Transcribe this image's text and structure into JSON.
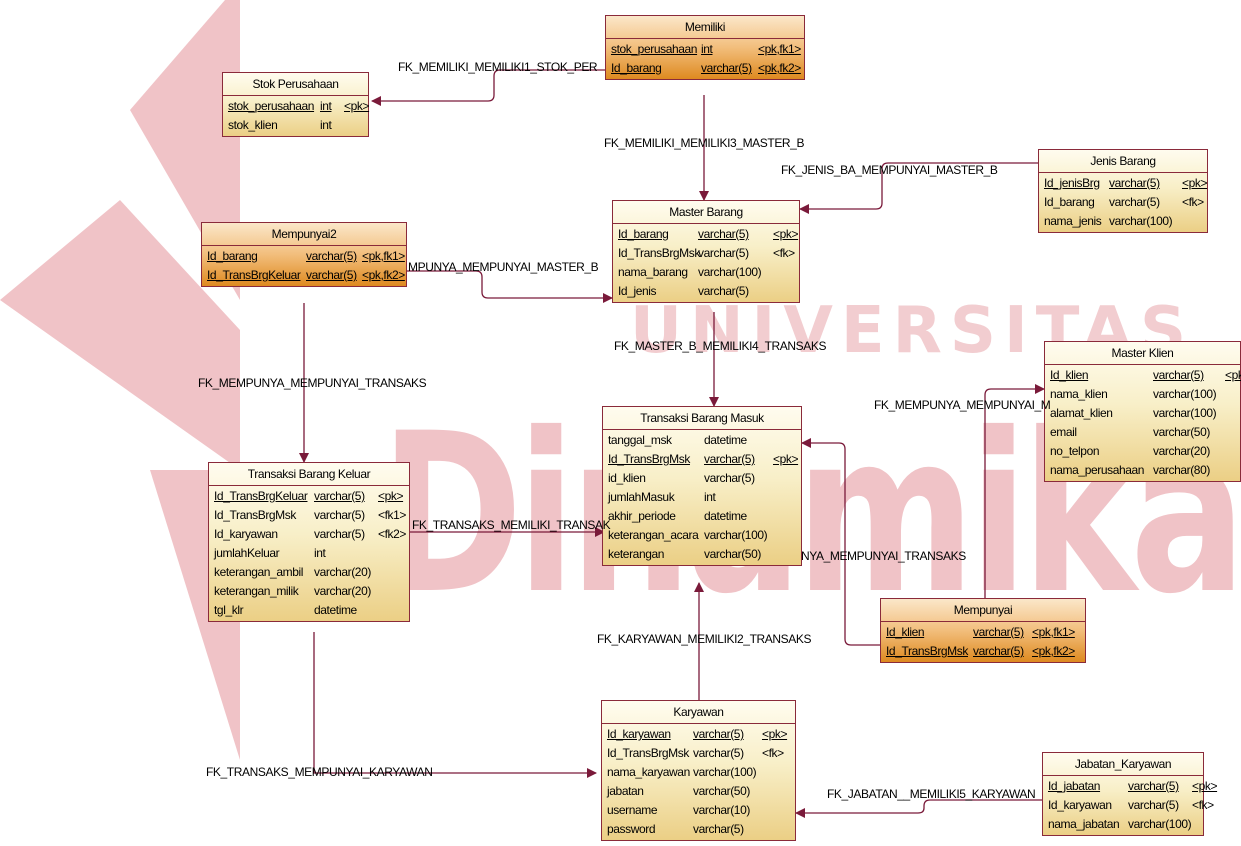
{
  "watermark": {
    "top": "UNIVERSITAS",
    "main": "Dinamika",
    "logo": "triangle-logo",
    "color": "#f0c3c7"
  },
  "colors": {
    "line": "#7a1a3a",
    "entity_border": "#8a2a3a"
  },
  "entities": {
    "memiliki": {
      "title": "Memiliki",
      "type": "association",
      "rows": [
        {
          "name": "stok_perusahaan",
          "type": "int",
          "key": "<pk,fk1>",
          "u": [
            1,
            1,
            1
          ]
        },
        {
          "name": "Id_barang",
          "type": "varchar(5)",
          "key": "<pk,fk2>",
          "u": [
            1,
            1,
            1
          ]
        }
      ]
    },
    "stok": {
      "title": "Stok Perusahaan",
      "type": "entity",
      "rows": [
        {
          "name": "stok_perusahaan",
          "type": "int",
          "key": "<pk>",
          "u": [
            1,
            1,
            1
          ]
        },
        {
          "name": "stok_klien",
          "type": "int",
          "key": "",
          "u": [
            0,
            0,
            0
          ]
        }
      ]
    },
    "jenis": {
      "title": "Jenis Barang",
      "type": "entity",
      "rows": [
        {
          "name": "Id_jenisBrg",
          "type": "varchar(5)",
          "key": "<pk>",
          "u": [
            1,
            1,
            1
          ]
        },
        {
          "name": "Id_barang",
          "type": "varchar(5)",
          "key": "<fk>",
          "u": [
            0,
            0,
            0
          ]
        },
        {
          "name": "nama_jenis",
          "type": "varchar(100)",
          "key": "",
          "u": [
            0,
            0,
            0
          ]
        }
      ]
    },
    "master_barang": {
      "title": "Master Barang",
      "type": "entity",
      "rows": [
        {
          "name": "Id_barang",
          "type": "varchar(5)",
          "key": "<pk>",
          "u": [
            1,
            1,
            1
          ]
        },
        {
          "name": "Id_TransBrgMsk",
          "type": "varchar(5)",
          "key": "<fk>",
          "u": [
            0,
            0,
            0
          ]
        },
        {
          "name": "nama_barang",
          "type": "varchar(100)",
          "key": "",
          "u": [
            0,
            0,
            0
          ]
        },
        {
          "name": "Id_jenis",
          "type": "varchar(5)",
          "key": "",
          "u": [
            0,
            0,
            0
          ]
        }
      ]
    },
    "mempunyai2": {
      "title": "Mempunyai2",
      "type": "association",
      "rows": [
        {
          "name": "Id_barang",
          "type": "varchar(5)",
          "key": "<pk,fk1>",
          "u": [
            1,
            1,
            1
          ]
        },
        {
          "name": "Id_TransBrgKeluar",
          "type": "varchar(5)",
          "key": "<pk,fk2>",
          "u": [
            1,
            1,
            1
          ]
        }
      ]
    },
    "master_klien": {
      "title": "Master Klien",
      "type": "entity",
      "rows": [
        {
          "name": "Id_klien",
          "type": "varchar(5)",
          "key": "<pk>",
          "u": [
            1,
            1,
            1
          ]
        },
        {
          "name": "nama_klien",
          "type": "varchar(100)",
          "key": "",
          "u": [
            0,
            0,
            0
          ]
        },
        {
          "name": "alamat_klien",
          "type": "varchar(100)",
          "key": "",
          "u": [
            0,
            0,
            0
          ]
        },
        {
          "name": "email",
          "type": "varchar(50)",
          "key": "",
          "u": [
            0,
            0,
            0
          ]
        },
        {
          "name": "no_telpon",
          "type": "varchar(20)",
          "key": "",
          "u": [
            0,
            0,
            0
          ]
        },
        {
          "name": "nama_perusahaan",
          "type": "varchar(80)",
          "key": "",
          "u": [
            0,
            0,
            0
          ]
        }
      ]
    },
    "tbm": {
      "title": "Transaksi Barang Masuk",
      "type": "entity",
      "rows": [
        {
          "name": "tanggal_msk",
          "type": "datetime",
          "key": "",
          "u": [
            0,
            0,
            0
          ]
        },
        {
          "name": "Id_TransBrgMsk",
          "type": "varchar(5)",
          "key": "<pk>",
          "u": [
            1,
            1,
            1
          ]
        },
        {
          "name": "id_klien",
          "type": "varchar(5)",
          "key": "",
          "u": [
            0,
            0,
            0
          ]
        },
        {
          "name": "jumlahMasuk",
          "type": "int",
          "key": "",
          "u": [
            0,
            0,
            0
          ]
        },
        {
          "name": "akhir_periode",
          "type": "datetime",
          "key": "",
          "u": [
            0,
            0,
            0
          ]
        },
        {
          "name": "keterangan_acara",
          "type": "varchar(100)",
          "key": "",
          "u": [
            0,
            0,
            0
          ]
        },
        {
          "name": "keterangan",
          "type": "varchar(50)",
          "key": "",
          "u": [
            0,
            0,
            0
          ]
        }
      ]
    },
    "tbk": {
      "title": "Transaksi Barang Keluar",
      "type": "entity",
      "rows": [
        {
          "name": "Id_TransBrgKeluar",
          "type": "varchar(5)",
          "key": "<pk>",
          "u": [
            1,
            1,
            1
          ]
        },
        {
          "name": "Id_TransBrgMsk",
          "type": "varchar(5)",
          "key": "<fk1>",
          "u": [
            0,
            0,
            0
          ]
        },
        {
          "name": "Id_karyawan",
          "type": "varchar(5)",
          "key": "<fk2>",
          "u": [
            0,
            0,
            0
          ]
        },
        {
          "name": "jumlahKeluar",
          "type": "int",
          "key": "",
          "u": [
            0,
            0,
            0
          ]
        },
        {
          "name": "keterangan_ambil",
          "type": "varchar(20)",
          "key": "",
          "u": [
            0,
            0,
            0
          ]
        },
        {
          "name": "keterangan_milik",
          "type": "varchar(20)",
          "key": "",
          "u": [
            0,
            0,
            0
          ]
        },
        {
          "name": "tgl_klr",
          "type": "datetime",
          "key": "",
          "u": [
            0,
            0,
            0
          ]
        }
      ]
    },
    "mempunyai": {
      "title": "Mempunyai",
      "type": "association",
      "rows": [
        {
          "name": "Id_klien",
          "type": "varchar(5)",
          "key": "<pk,fk1>",
          "u": [
            1,
            1,
            1
          ]
        },
        {
          "name": "Id_TransBrgMsk",
          "type": "varchar(5)",
          "key": "<pk,fk2>",
          "u": [
            1,
            1,
            1
          ]
        }
      ]
    },
    "karyawan": {
      "title": "Karyawan",
      "type": "entity",
      "rows": [
        {
          "name": "Id_karyawan",
          "type": "varchar(5)",
          "key": "<pk>",
          "u": [
            1,
            1,
            1
          ]
        },
        {
          "name": "Id_TransBrgMsk",
          "type": "varchar(5)",
          "key": "<fk>",
          "u": [
            0,
            0,
            0
          ]
        },
        {
          "name": "nama_karyawan",
          "type": "varchar(100)",
          "key": "",
          "u": [
            0,
            0,
            0
          ]
        },
        {
          "name": "jabatan",
          "type": "varchar(50)",
          "key": "",
          "u": [
            0,
            0,
            0
          ]
        },
        {
          "name": "username",
          "type": "varchar(10)",
          "key": "",
          "u": [
            0,
            0,
            0
          ]
        },
        {
          "name": "password",
          "type": "varchar(5)",
          "key": "",
          "u": [
            0,
            0,
            0
          ]
        }
      ]
    },
    "jabatan": {
      "title": "Jabatan_Karyawan",
      "type": "entity",
      "rows": [
        {
          "name": "Id_jabatan",
          "type": "varchar(5)",
          "key": "<pk>",
          "u": [
            1,
            1,
            1
          ]
        },
        {
          "name": "Id_karyawan",
          "type": "varchar(5)",
          "key": "<fk>",
          "u": [
            0,
            0,
            0
          ]
        },
        {
          "name": "nama_jabatan",
          "type": "varchar(100)",
          "key": "",
          "u": [
            0,
            0,
            0
          ]
        }
      ]
    }
  },
  "relationships": {
    "r1": "FK_MEMILIKI_MEMILIKI1_STOK_PER",
    "r2": "FK_MEMILIKI_MEMILIKI3_MASTER_B",
    "r3": "FK_JENIS_BA_MEMPUNYAI_MASTER_B",
    "r4": "MPUNYA_MEMPUNYAI_MASTER_B",
    "r5": "FK_MASTER_B_MEMILIKI4_TRANSAKS",
    "r6": "FK_MEMPUNYA_MEMPUNYAI_TRANSAKS",
    "r7": "FK_MEMPUNYA_MEMPUNYAI_M",
    "r8": "FK_TRANSAKS_MEMILIKI_TRANSAK",
    "r9": "NYA_MEMPUNYAI_TRANSAKS",
    "r10": "FK_KARYAWAN_MEMILIKI2_TRANSAKS",
    "r11": "FK_TRANSAKS_MEMPUNYAI_KARYAWAN",
    "r12": "FK_JABATAN__MEMILIKI5_KARYAWAN"
  }
}
